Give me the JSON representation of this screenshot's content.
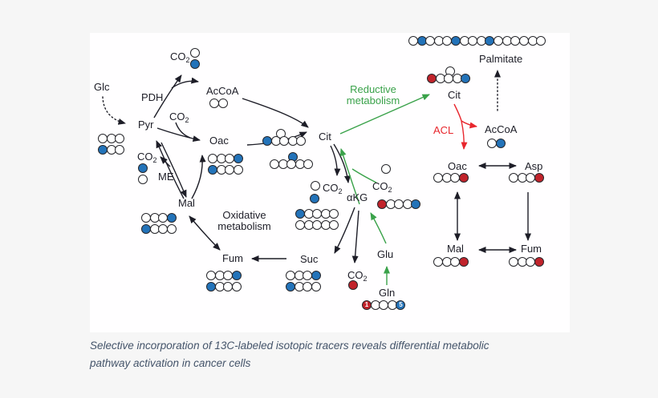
{
  "colors": {
    "background": "#f6f6f6",
    "panel": "#fffeff",
    "text": "#1d1d27",
    "outline": "#26262b",
    "blue": "#2373b9",
    "red": "#c1232b",
    "bright_red": "#e8262d",
    "green": "#3aa24a",
    "caption": "#44546a"
  },
  "caption": {
    "line1": "Selective incorporation of 13C-labeled isotopic tracers reveals differential metabolic",
    "line2": "pathway activation in cancer cells"
  },
  "labels": {
    "glc": "Glc",
    "pdh": "PDH",
    "pyr": "Pyr",
    "accoa": "AcCoA",
    "oac": "Oac",
    "me": "ME",
    "mal": "Mal",
    "cit": "Cit",
    "akg": "αKG",
    "suc": "Suc",
    "fum": "Fum",
    "glu": "Glu",
    "gln": "Gln",
    "asp": "Asp",
    "palmitate": "Palmitate",
    "acl": "ACL",
    "co2_base": "CO",
    "co2_sub": "2",
    "oxidative_line1": "Oxidative",
    "oxidative_line2": "metabolism",
    "reductive_line1": "Reductive",
    "reductive_line2": "metabolism"
  },
  "clusters": {
    "co2_pdh": [
      [
        "o"
      ],
      [
        "b"
      ]
    ],
    "accoa_top": [
      [
        "o",
        "o"
      ]
    ],
    "pyr": [
      [
        "o",
        "o",
        "o"
      ],
      [
        "b",
        "o",
        "o"
      ]
    ],
    "oac_left": [
      [
        "o",
        "o",
        "o",
        "b"
      ],
      [
        "b",
        "o",
        "o",
        "o"
      ]
    ],
    "co2_me": [
      [
        "b"
      ],
      [
        "o"
      ]
    ],
    "mal_left": [
      [
        "o",
        "o",
        "o",
        "b"
      ],
      [
        "b",
        "o",
        "o",
        "o"
      ]
    ],
    "fum_left": [
      [
        "o",
        "o",
        "o",
        "b"
      ],
      [
        "b",
        "o",
        "o",
        "o"
      ]
    ],
    "suc": [
      [
        "o",
        "o",
        "o",
        "b"
      ],
      [
        "b",
        "o",
        "o",
        "o"
      ]
    ],
    "co2_suc": [
      [
        "r"
      ]
    ],
    "gln": [
      [
        {
          "c": "r",
          "t": "1"
        },
        {
          "c": "o"
        },
        {
          "c": "o"
        },
        {
          "c": "o"
        },
        {
          "c": "b",
          "t": "5"
        }
      ]
    ],
    "cit_center_a": [
      [
        "s",
        "h",
        "o"
      ],
      [
        "b",
        "o",
        "o",
        "o",
        "o"
      ]
    ],
    "cit_center_b": [
      [
        "s",
        "s",
        "b"
      ],
      [
        "o",
        "o",
        "o",
        "o",
        "o"
      ]
    ],
    "co2_cit_open": [
      [
        "o"
      ]
    ],
    "co2_cit_blue": [
      [
        "b"
      ]
    ],
    "akg_left": [
      [
        "b",
        "o",
        "o",
        "o",
        "o"
      ],
      [
        "o",
        "o",
        "o",
        "o",
        "o"
      ]
    ],
    "akg_right": [
      [
        "r",
        "o",
        "o",
        "o",
        "b"
      ]
    ],
    "co2_akg": [
      [
        "o"
      ]
    ],
    "cit_right": [
      [
        "s",
        "s",
        "o"
      ],
      [
        "r",
        "o",
        "o",
        "o",
        "b"
      ]
    ],
    "palmitate": [
      [
        "o",
        "b",
        "o",
        "o",
        "o",
        "b",
        "o",
        "o",
        "o",
        "b",
        "o",
        "o",
        "o",
        "o",
        "o",
        "o"
      ]
    ],
    "accoa_right": [
      [
        "o",
        "b"
      ]
    ],
    "oac_right": [
      [
        "o",
        "o",
        "o",
        "r"
      ]
    ],
    "asp": [
      [
        "o",
        "o",
        "o",
        "r"
      ]
    ],
    "mal_right": [
      [
        "o",
        "o",
        "o",
        "r"
      ]
    ],
    "fum_right": [
      [
        "o",
        "o",
        "o",
        "r"
      ]
    ]
  }
}
